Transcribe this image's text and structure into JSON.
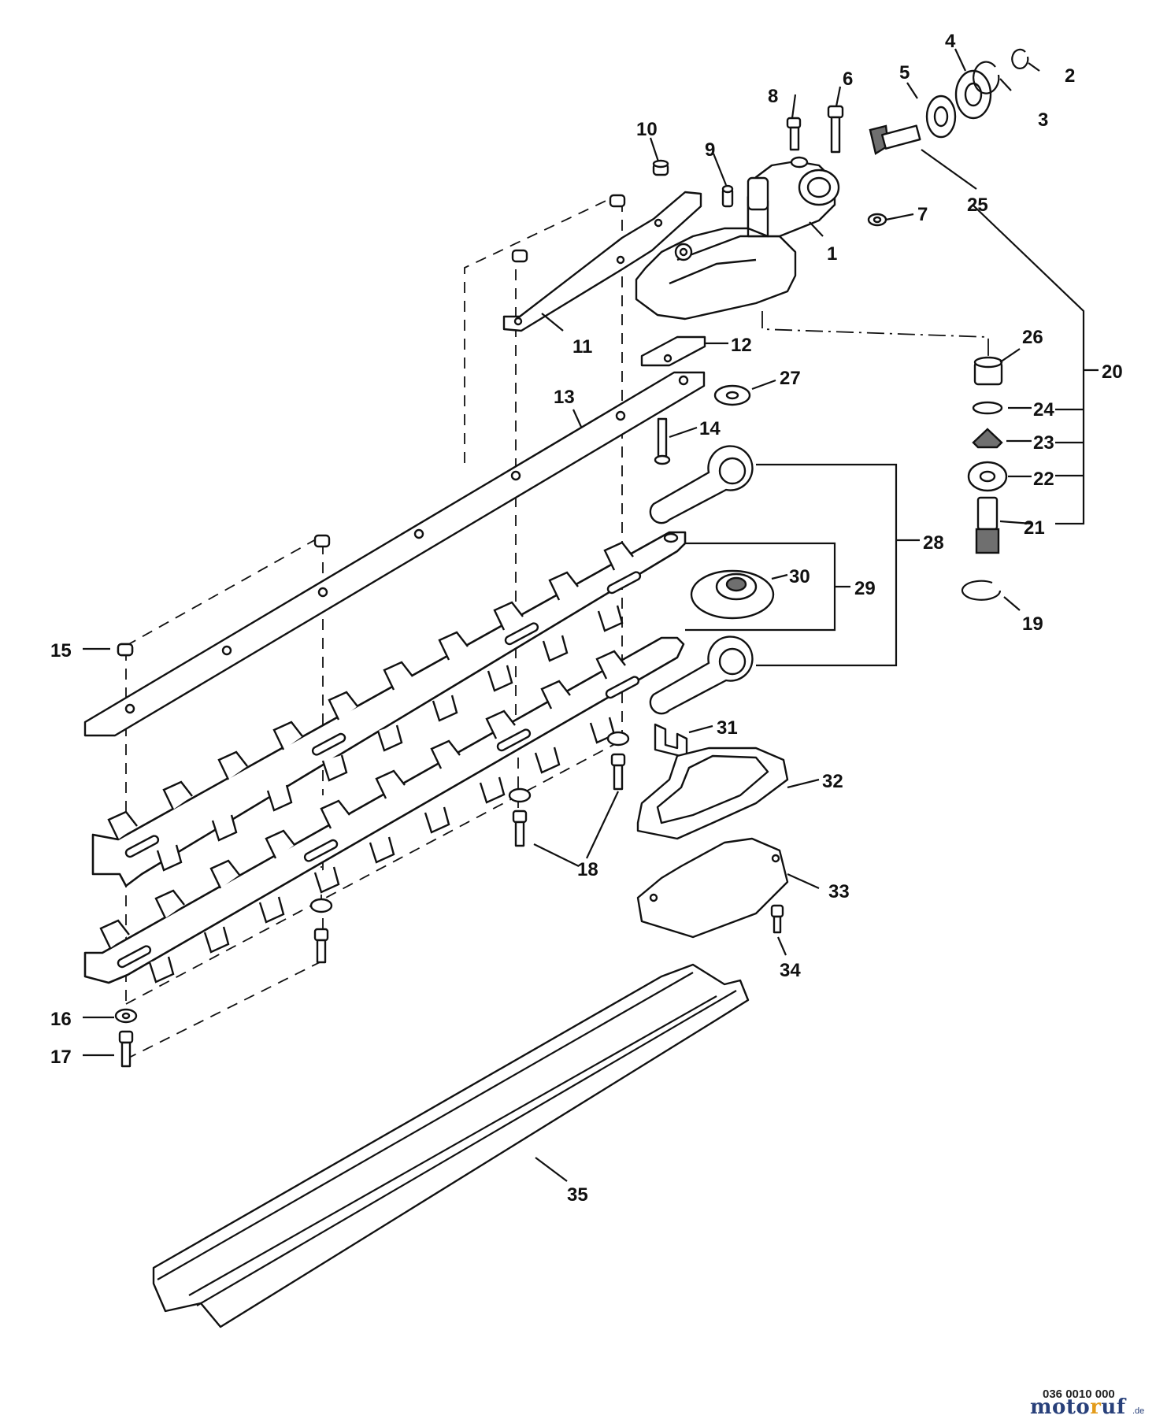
{
  "diagram": {
    "callouts": [
      "1",
      "2",
      "3",
      "4",
      "5",
      "6",
      "7",
      "8",
      "9",
      "10",
      "11",
      "12",
      "13",
      "14",
      "15",
      "16",
      "17",
      "18",
      "19",
      "20",
      "21",
      "22",
      "23",
      "24",
      "25",
      "26",
      "27",
      "28",
      "29",
      "30",
      "31",
      "32",
      "33",
      "34",
      "35"
    ],
    "drawing_number": "036 0010 000",
    "watermark": {
      "brand_part1": "moto",
      "brand_part2": "r",
      "brand_part3": "uf",
      "tld": ".de",
      "colors": {
        "primary": "#28407a",
        "accent": "#e39b1a"
      }
    }
  }
}
